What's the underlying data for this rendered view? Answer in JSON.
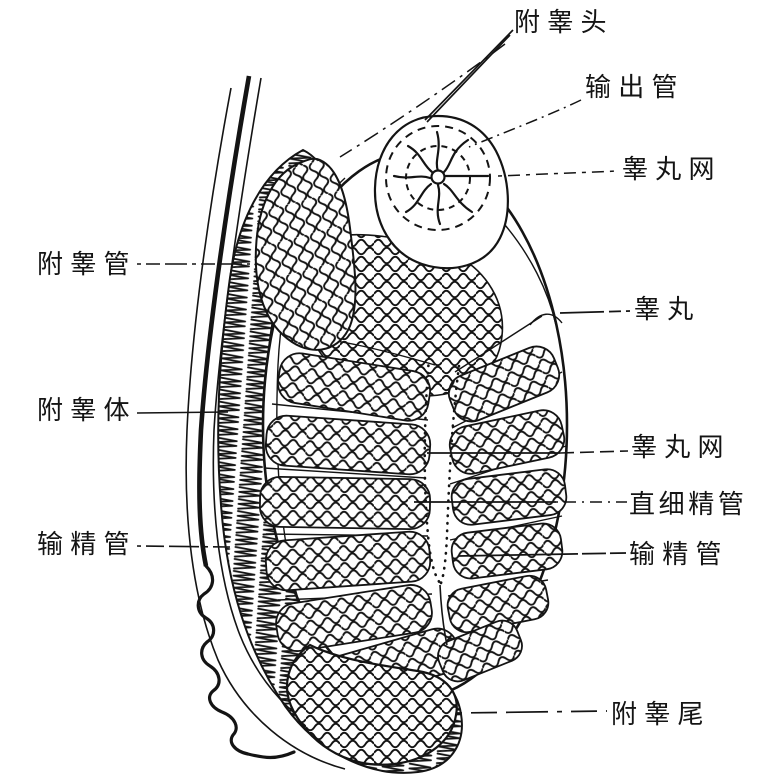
{
  "figure_labels": {
    "epididymis_head": "附睾头",
    "efferent_ducts": "输出管",
    "rete_testis_upper": "睾丸网",
    "testis": "睾丸",
    "epididymal_duct": "附睾管",
    "epididymis_body": "附睾体",
    "vas_deferens_left": "输精管",
    "rete_testis_right": "睾丸网",
    "straight_seminiferous_tubule": "直细精管",
    "vas_deferens_right": "输精管",
    "epididymis_tail": "附睾尾"
  },
  "colors": {
    "ink": "#141414",
    "background": "#ffffff"
  }
}
